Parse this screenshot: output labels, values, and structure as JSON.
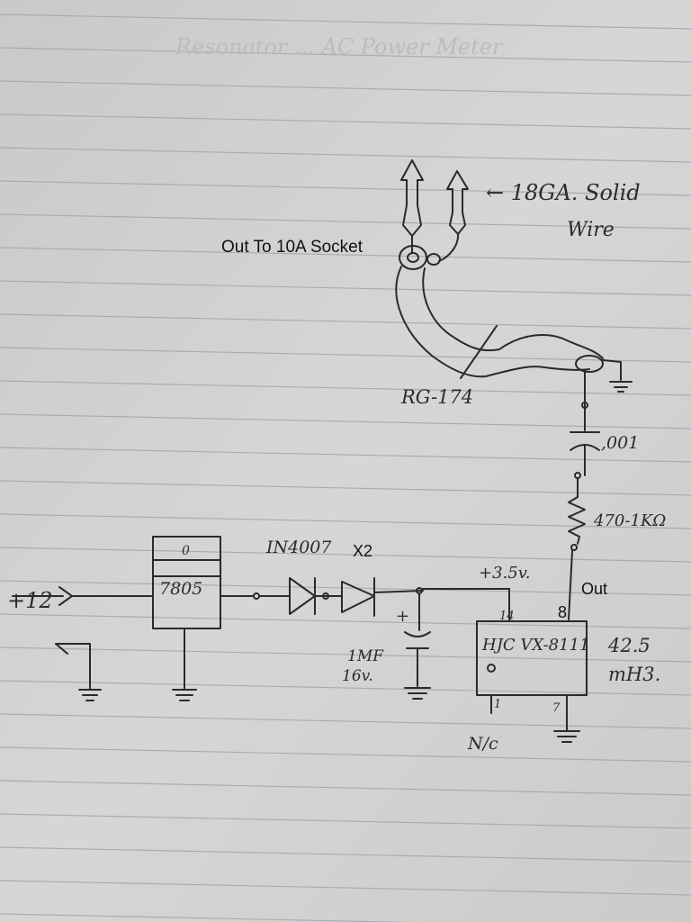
{
  "header": {
    "faint_title": "Resonator ... AC Power Meter"
  },
  "labels": {
    "wire_note_line1": "← 18GA. Solid",
    "wire_note_line2": "Wire",
    "socket": "Out To 10A Socket",
    "coax": "RG-174",
    "cap_top": ",001",
    "resistor": "470-1KΩ",
    "diodes": "IN4007",
    "diodes_count": "X2",
    "input": "+12",
    "regulator": "7805",
    "regulator_tab": "0",
    "rail": "+3.5v.",
    "osc_out": "Out",
    "pin14": "14",
    "pin8": "8",
    "pin1": "1",
    "pin7": "7",
    "chip": "HJC VX-8111",
    "freq_line1": "42.5",
    "freq_line2": "mH3.",
    "cap_line1": "1MF",
    "cap_line2": "16v.",
    "plus": "+",
    "nc": "N/c"
  }
}
